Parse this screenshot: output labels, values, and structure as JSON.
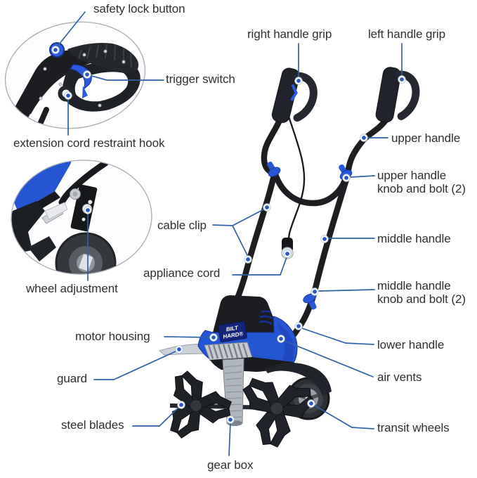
{
  "figure": {
    "type": "product-part-diagram",
    "product": "corded electric garden tiller cultivator",
    "brand": {
      "line1": "BILT",
      "line2": "HARD®"
    },
    "colors": {
      "callout_blue": "#2e62a9",
      "dot_blue": "#2b57c8",
      "label_text": "#2d2f31",
      "housing_blue": "#2456d4",
      "brand_navy": "#142478"
    }
  },
  "labels": {
    "safety_lock_button": "safety lock button",
    "trigger_switch": "trigger switch",
    "extension_cord_restraint_hook": "extension cord restraint hook",
    "right_handle_grip": "right handle grip",
    "left_handle_grip": "left handle grip",
    "upper_handle": "upper handle",
    "upper_handle_knob_line1": "upper handle",
    "upper_handle_knob_line2": "knob and bolt (2)",
    "middle_handle": "middle handle",
    "middle_handle_knob_line1": "middle handle",
    "middle_handle_knob_line2": "knob and bolt (2)",
    "cable_clip": "cable clip",
    "appliance_cord": "appliance cord",
    "wheel_adjustment": "wheel adjustment",
    "motor_housing": "motor housing",
    "guard": "guard",
    "steel_blades": "steel blades",
    "gear_box": "gear box",
    "lower_handle": "lower handle",
    "air_vents": "air vents",
    "transit_wheels": "transit wheels"
  }
}
